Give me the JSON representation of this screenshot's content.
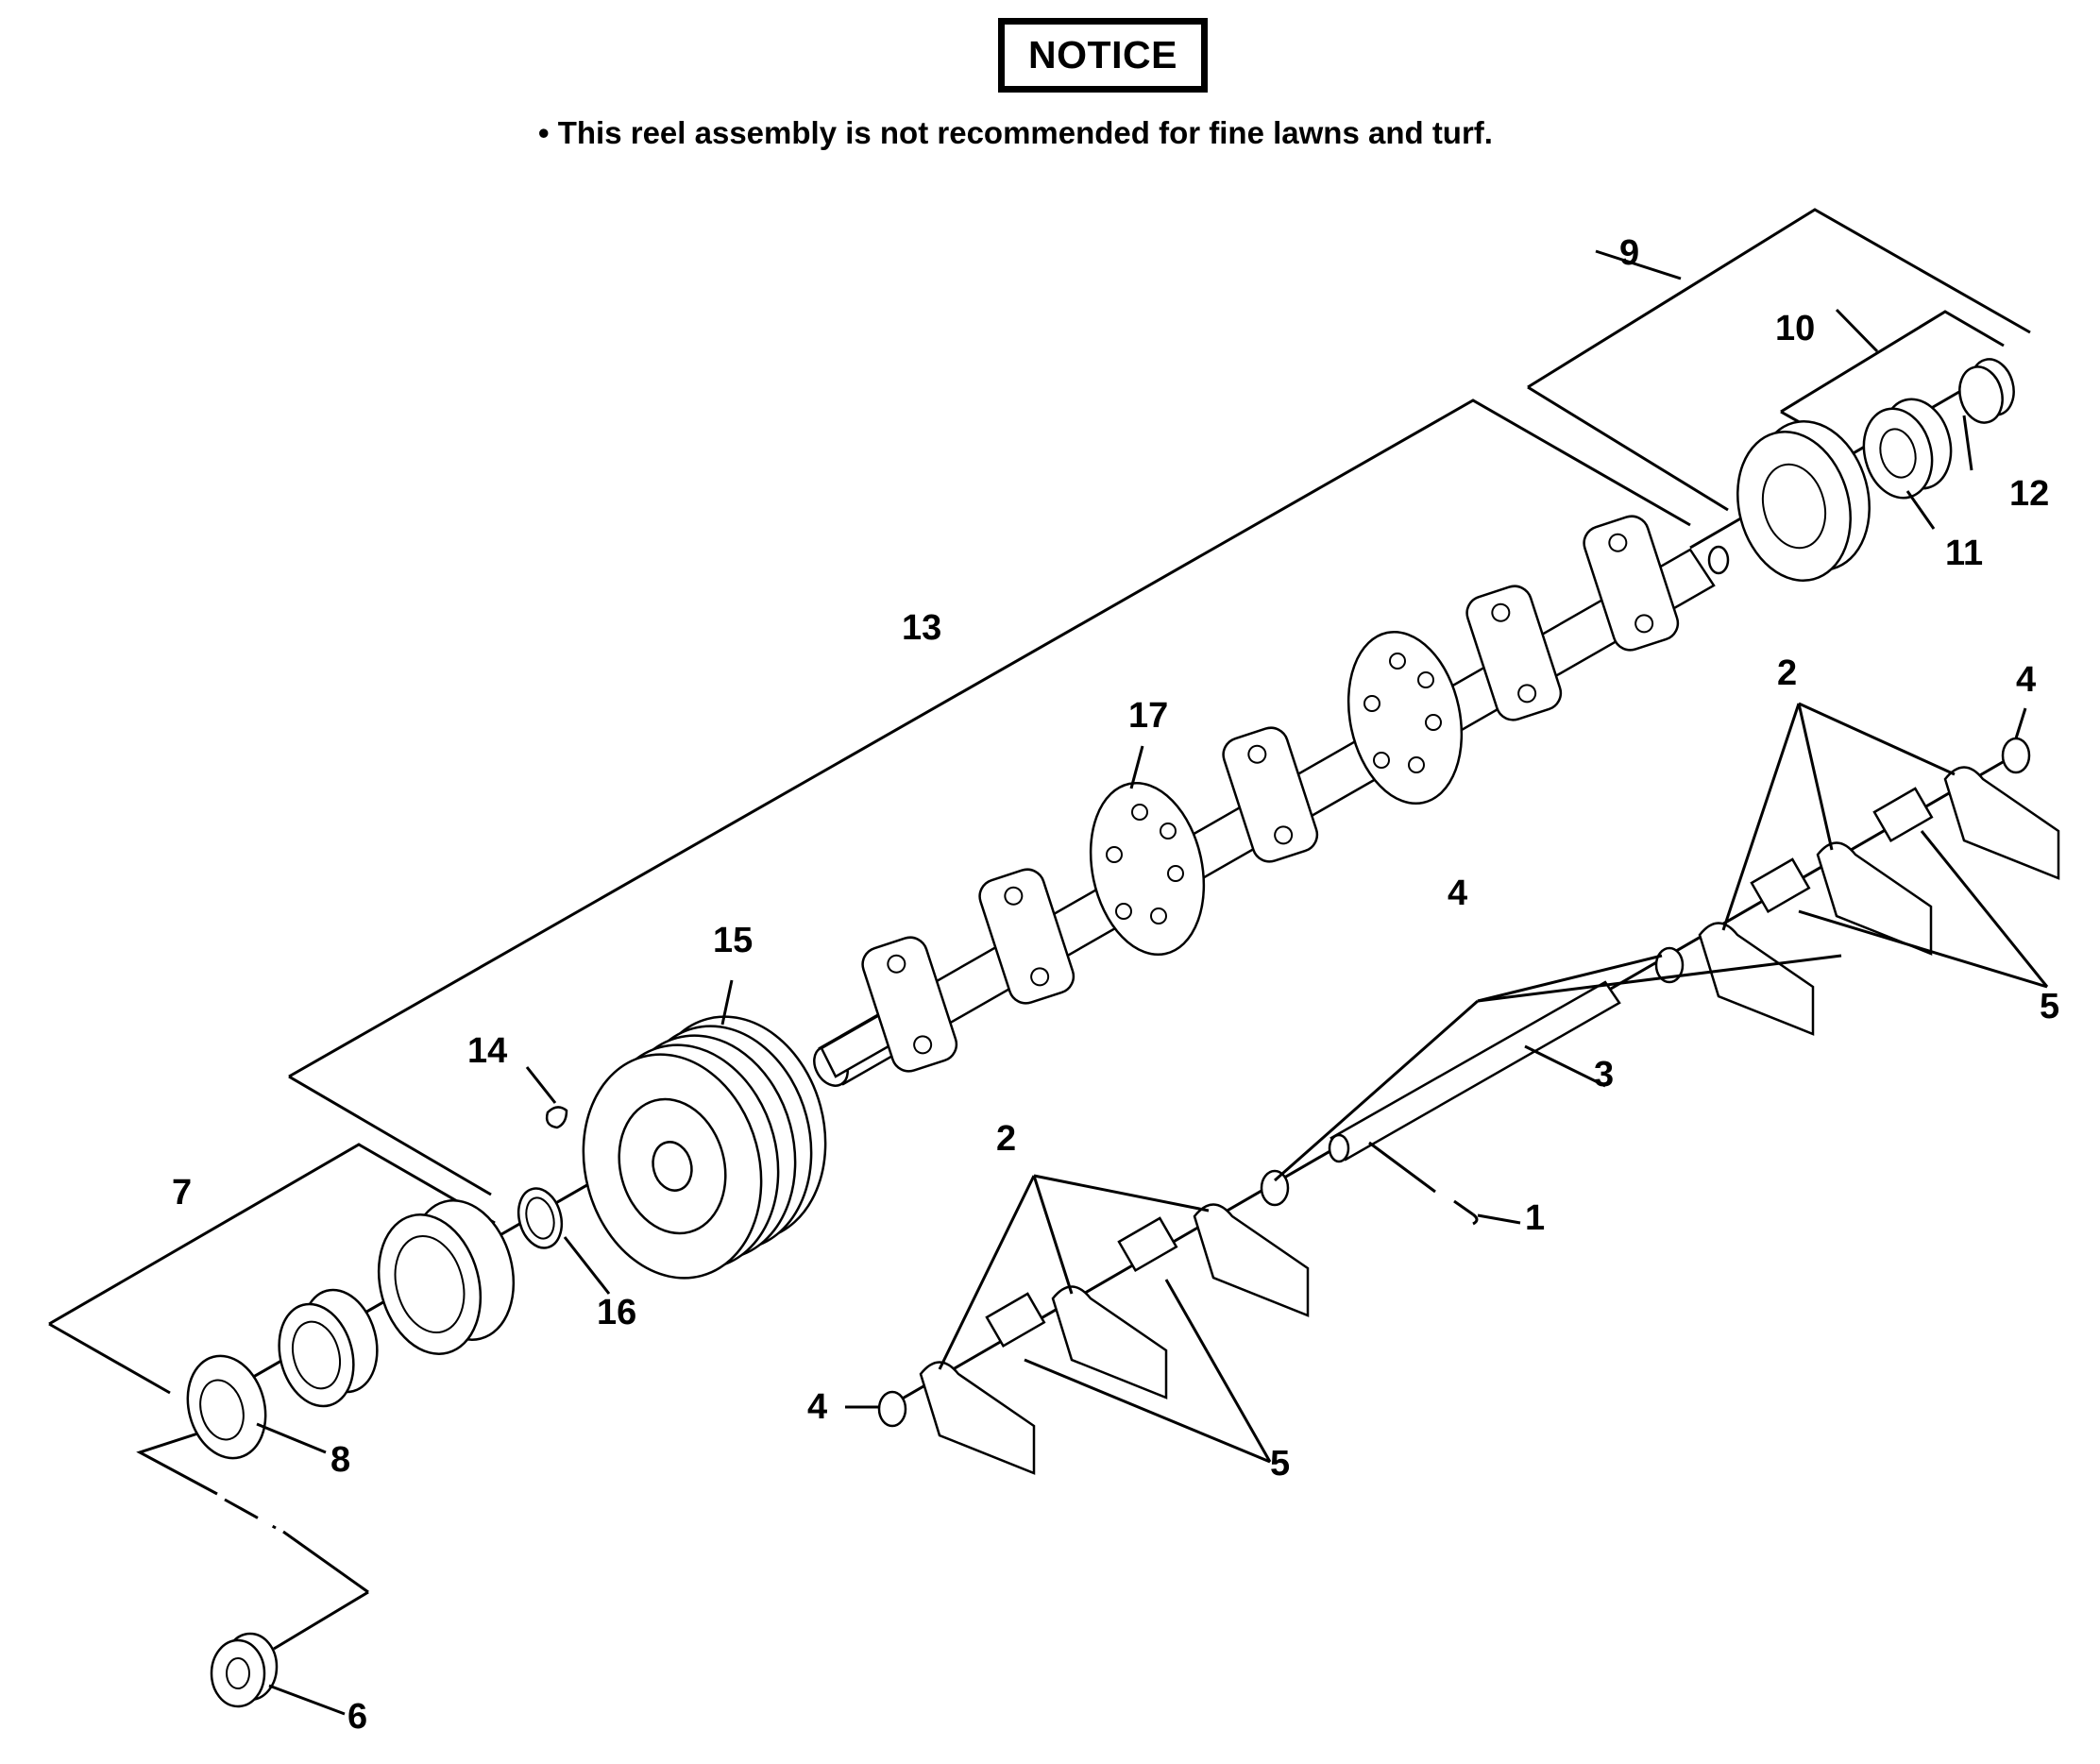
{
  "notice": {
    "title": "NOTICE",
    "text": "• This reel assembly is not recommended for fine lawns and turf."
  },
  "callouts": {
    "c1": "1",
    "c2a": "2",
    "c2b": "2",
    "c3": "3",
    "c4a": "4",
    "c4b": "4",
    "c4c": "4",
    "c5a": "5",
    "c5b": "5",
    "c6": "6",
    "c7": "7",
    "c8": "8",
    "c9": "9",
    "c10": "10",
    "c11": "11",
    "c12": "12",
    "c13": "13",
    "c14": "14",
    "c15": "15",
    "c16": "16",
    "c17": "17"
  }
}
